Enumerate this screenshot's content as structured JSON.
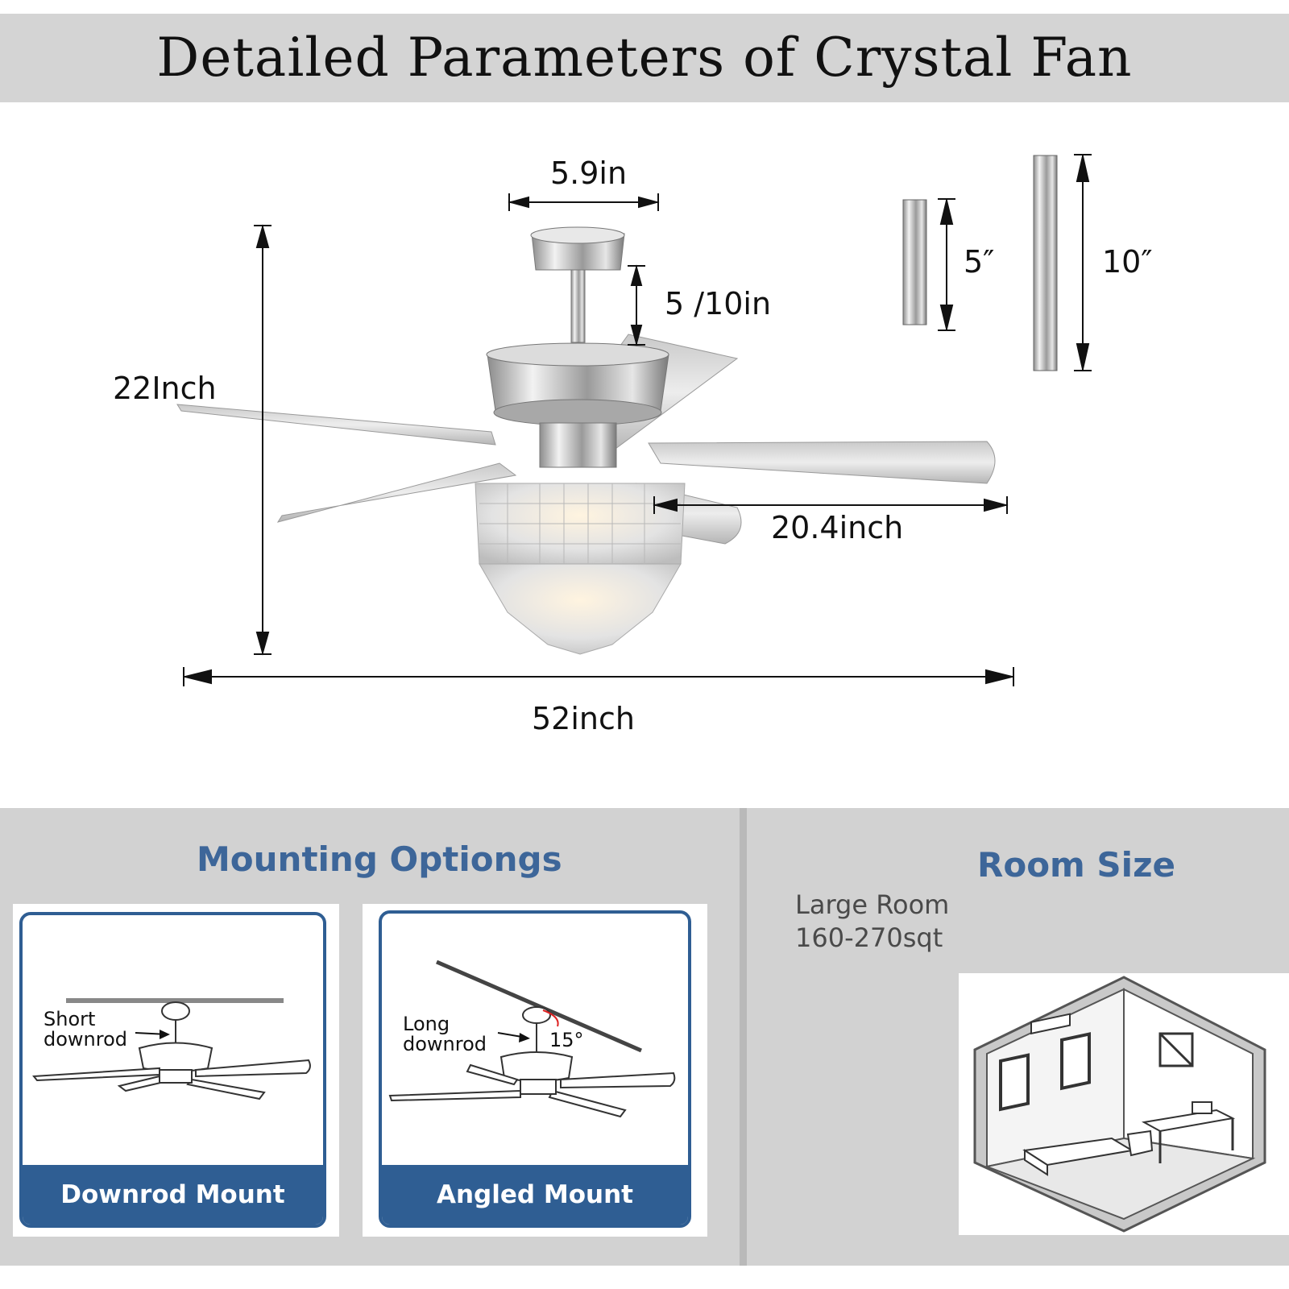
{
  "title": "Detailed Parameters of Crystal Fan",
  "dimensions": {
    "canopy_width": "5.9in",
    "downrod_length": "5 /10in",
    "height": "22Inch",
    "blade_length": "20.4inch",
    "span": "52inch",
    "rod_short": "5″",
    "rod_long": "10″"
  },
  "mounting": {
    "title": "Mounting Optiongs",
    "downrod": {
      "note": "Short\ndownrod",
      "label": "Downrod Mount"
    },
    "angled": {
      "note": "Long\ndownrod",
      "angle": "15°",
      "label": "Angled Mount"
    }
  },
  "room": {
    "title": "Room Size",
    "size_label": "Large Room",
    "size_value": "160-270sqt"
  },
  "colors": {
    "accent": "#2f5e93",
    "heading": "#3d6699",
    "panel": "#d2d2d2"
  }
}
